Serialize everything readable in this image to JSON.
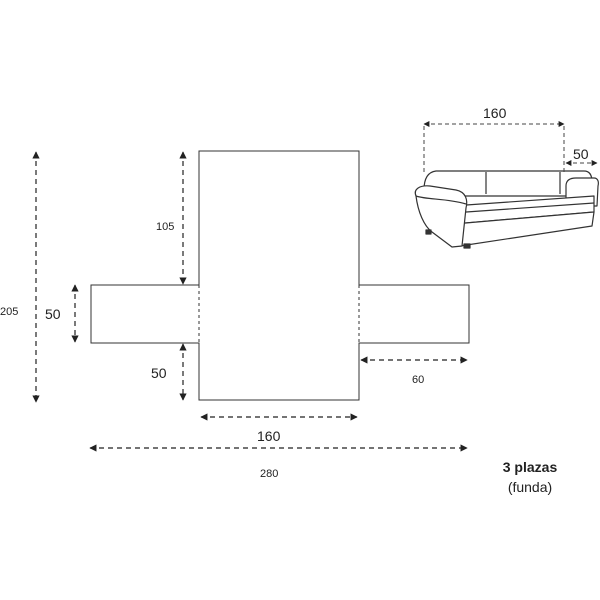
{
  "dimensions": {
    "total_height": "205",
    "back_height": "105",
    "arm_height": "50",
    "seat_depth": "50",
    "arm_width": "60",
    "seat_width": "160",
    "total_width": "280"
  },
  "sofa_sketch": {
    "width": "160",
    "depth": "50"
  },
  "caption": {
    "title": "3 plazas",
    "subtitle": "(funda)"
  }
}
